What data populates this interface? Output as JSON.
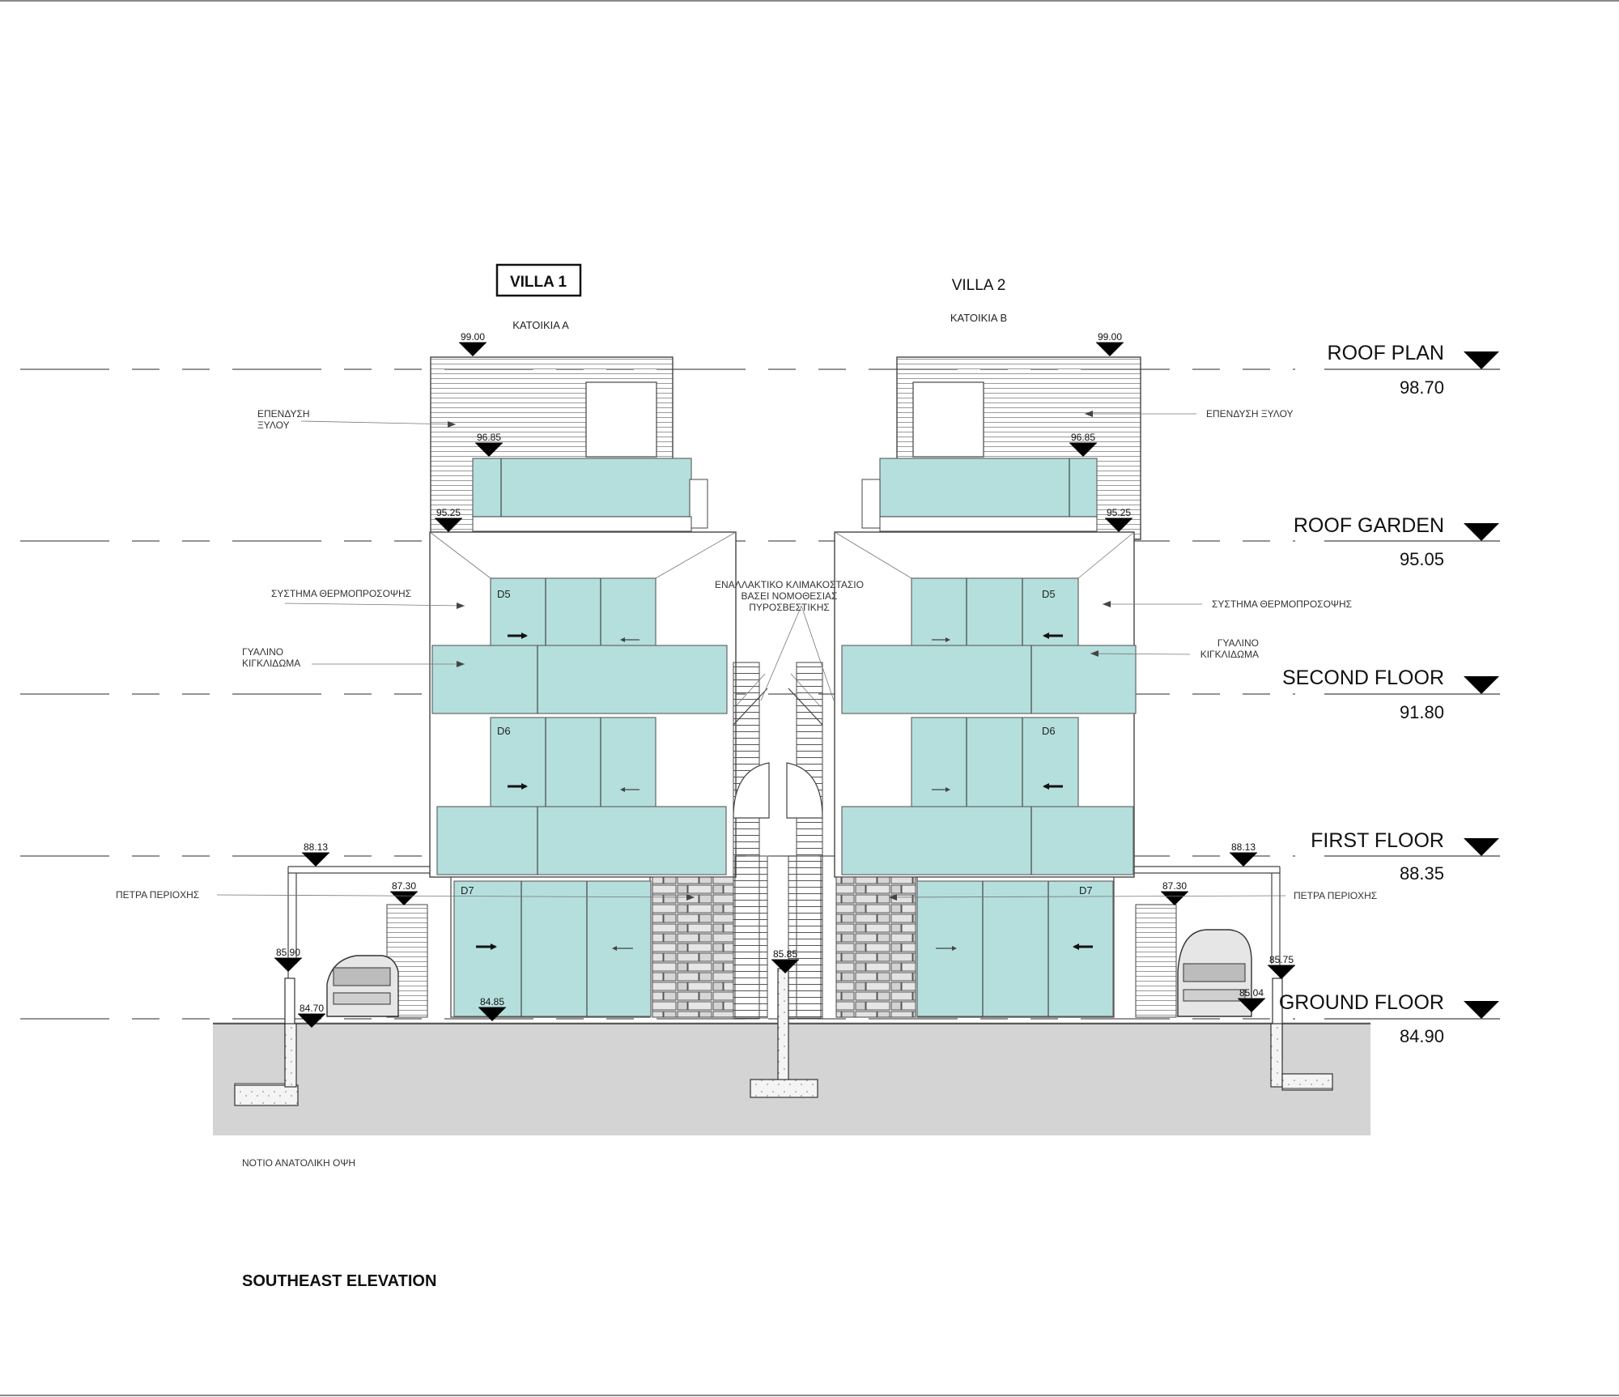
{
  "villas": {
    "villa1": {
      "title": "VILLA 1",
      "subtitle": "ΚΑΤΟΙΚΙΑ Α"
    },
    "villa2": {
      "title": "VILLA 2",
      "subtitle": "ΚΑΤΟΙΚΙΑ Β"
    }
  },
  "levels": [
    {
      "name": "ROOF PLAN",
      "value": "98.70"
    },
    {
      "name": "ROOF GARDEN",
      "value": "95.05"
    },
    {
      "name": "SECOND FLOOR",
      "value": "91.80"
    },
    {
      "name": "FIRST FLOOR",
      "value": "88.35"
    },
    {
      "name": "GROUND FLOOR",
      "value": "84.90"
    }
  ],
  "elevations": {
    "v1_roof": "99.00",
    "v1_parapet": "96.85",
    "v1_garden": "95.25",
    "v1_canopy": "88.13",
    "v1_wall": "87.30",
    "v1_driveway": "85.90",
    "v1_ground": "84.70",
    "v1_entrance": "84.85",
    "center_stair": "85.85",
    "v2_roof": "99.00",
    "v2_parapet": "96.85",
    "v2_garden": "95.25",
    "v2_canopy": "88.13",
    "v2_wall": "87.30",
    "v2_driveway": "85.75",
    "v2_ground": "85.04"
  },
  "annotations": {
    "wood_cladding_l1": "ΕΠΕΝΔΥΣΗ",
    "wood_cladding_l2": "ΞΥΛΟΥ",
    "wood_cladding_right": "ΕΠΕΝΔΥΣΗ ΞΥΛΟΥ",
    "thermal_facade": "ΣΥΣΤΗΜΑ ΘΕΡΜΟΠΡΟΣΟΨΗΣ",
    "glass_railing_l1": "ΓΥΑΛΙΝΟ",
    "glass_railing_l2": "ΚΙΓΚΛΙΔΩΜΑ",
    "local_stone": "ΠΕΤΡΑ ΠΕΡΙΟΧΗΣ",
    "alt_stair_l1": "ΕΝΑΛΛΑΚΤΙΚΟ ΚΛΙΜΑΚΟΣΤΑΣΙΟ",
    "alt_stair_l2": "ΒΑΣΕΙ ΝΟΜΟΘΕΣΙΑΣ",
    "alt_stair_l3": "ΠΥΡΟΣΒΕΣΤΙΚΗΣ"
  },
  "doors": {
    "d5": "D5",
    "d6": "D6",
    "d7": "D7"
  },
  "captions": {
    "greek_view": "ΝΟΤΙΟ ΑΝΑΤΟΛΙΚΗ ΟΨΗ",
    "title": "SOUTHEAST ELEVATION"
  }
}
